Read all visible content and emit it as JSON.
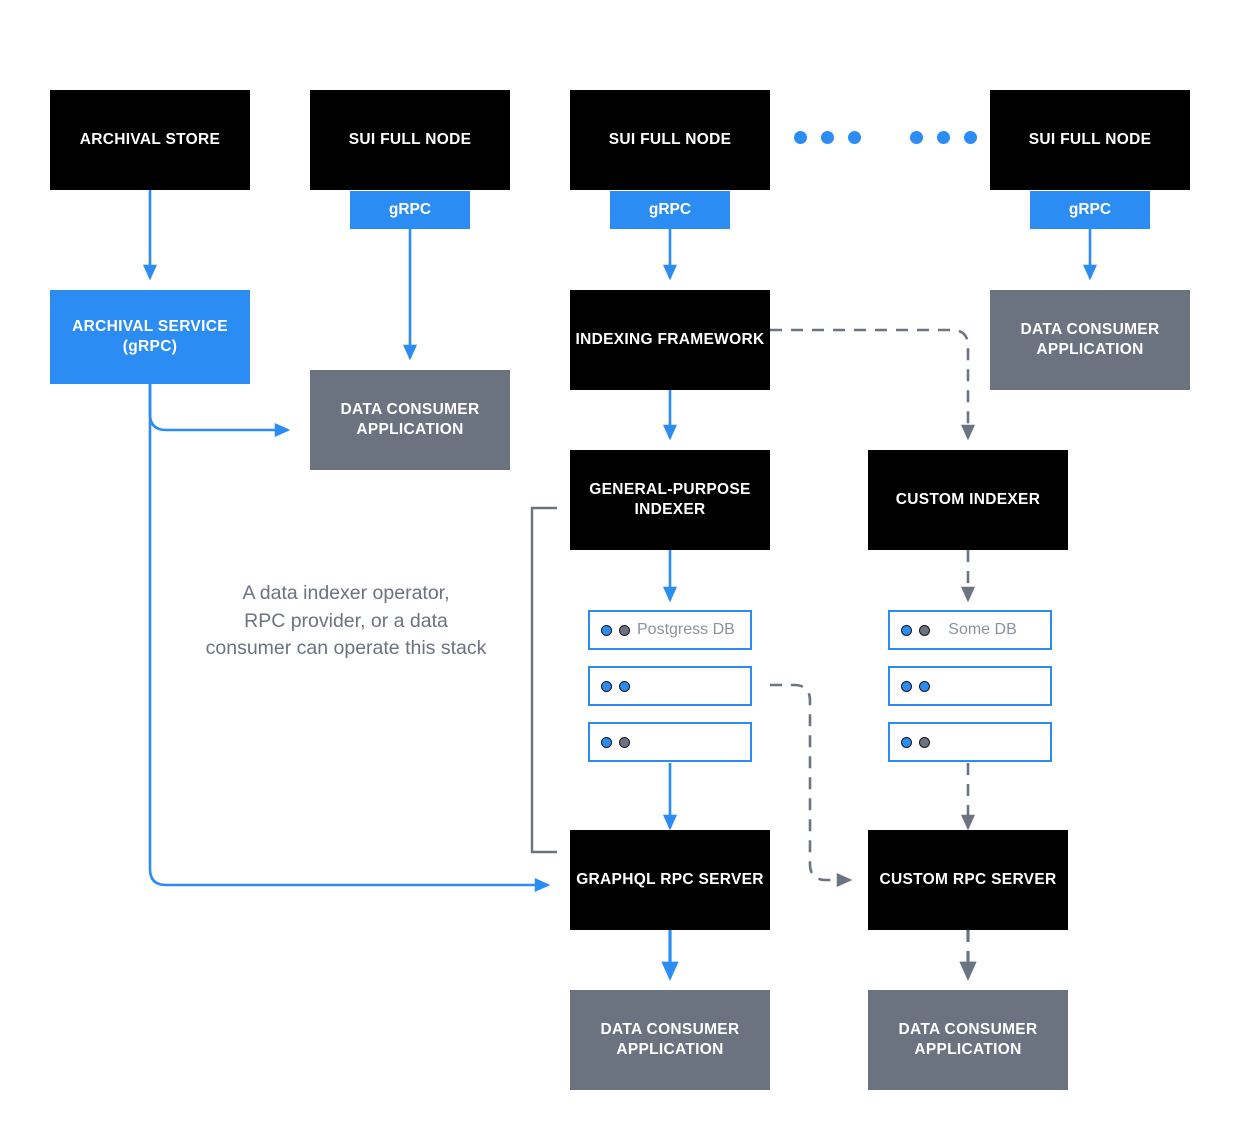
{
  "theme": {
    "blue": "#2b8cf4",
    "gray": "#6b7280",
    "black": "#000000",
    "white": "#ffffff",
    "dashed_line": "#6b7483",
    "db_label_text": "#8a939e",
    "bracket": "#6b7280"
  },
  "nodes": {
    "archival_store": "ARCHIVAL STORE",
    "archival_service": "ARCHIVAL SERVICE\n(gRPC)",
    "sui_full_node_1": "SUI FULL NODE",
    "sui_full_node_2": "SUI FULL NODE",
    "sui_full_node_3": "SUI FULL NODE",
    "data_consumer_app_left": "DATA CONSUMER\nAPPLICATION",
    "data_consumer_app_right_top": "DATA CONSUMER\nAPPLICATION",
    "data_consumer_app_graphql": "DATA CONSUMER\nAPPLICATION",
    "data_consumer_app_custom": "DATA CONSUMER\nAPPLICATION",
    "indexing_framework": "INDEXING FRAMEWORK",
    "general_purpose_indexer": "GENERAL-PURPOSE\nINDEXER",
    "custom_indexer": "CUSTOM INDEXER",
    "graphql_rpc_server": "GRAPHQL RPC SERVER",
    "custom_rpc_server": "CUSTOM RPC SERVER"
  },
  "badges": {
    "grpc_1": "gRPC",
    "grpc_2": "gRPC",
    "grpc_3": "gRPC"
  },
  "databases": {
    "postgres_stack": {
      "rows": [
        {
          "label": "Postgress DB",
          "dots": [
            "blue",
            "gray"
          ]
        },
        {
          "label": "",
          "dots": [
            "blue",
            "blue"
          ]
        },
        {
          "label": "",
          "dots": [
            "blue",
            "gray"
          ]
        }
      ]
    },
    "some_db_stack": {
      "rows": [
        {
          "label": "Some DB",
          "dots": [
            "blue",
            "gray"
          ]
        },
        {
          "label": "",
          "dots": [
            "blue",
            "blue"
          ]
        },
        {
          "label": "",
          "dots": [
            "blue",
            "gray"
          ]
        }
      ]
    }
  },
  "annotation": {
    "stack_note": "A data indexer operator,\nRPC provider, or a data\nconsumer can operate this stack"
  },
  "ellipsis": {
    "group_1_count": 3,
    "group_2_count": 3
  }
}
